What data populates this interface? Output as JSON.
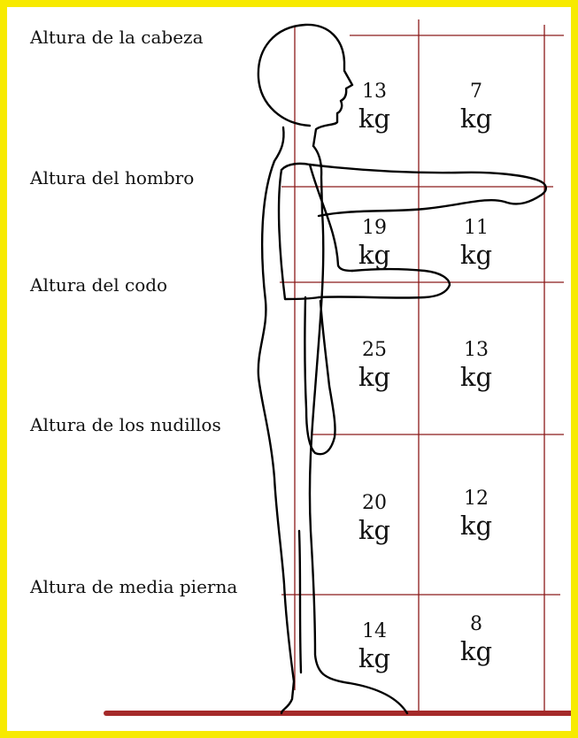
{
  "colors": {
    "frame": "#f7ea00",
    "grid_line": "#8b1a1a",
    "floor": "#a52a2a",
    "figure_stroke": "#000000"
  },
  "zones": [
    {
      "label": "Altura de la cabeza"
    },
    {
      "label": "Altura del hombro"
    },
    {
      "label": "Altura del codo"
    },
    {
      "label": "Altura de los nudillos"
    },
    {
      "label": "Altura de media pierna"
    }
  ],
  "weights": [
    {
      "near": "13",
      "far": "7",
      "unit": "kg"
    },
    {
      "near": "19",
      "far": "11",
      "unit": "kg"
    },
    {
      "near": "25",
      "far": "13",
      "unit": "kg"
    },
    {
      "near": "20",
      "far": "12",
      "unit": "kg"
    },
    {
      "near": "14",
      "far": "8",
      "unit": "kg"
    }
  ]
}
